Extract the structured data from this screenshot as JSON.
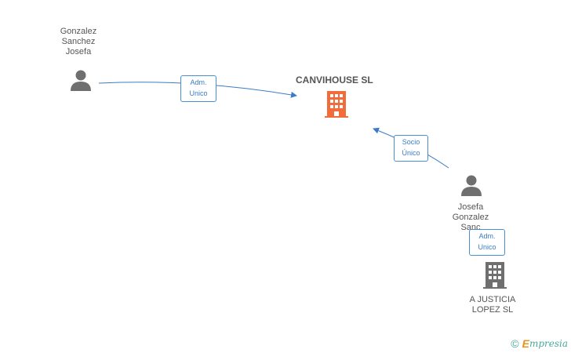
{
  "nodes": {
    "person_1": {
      "name": "Gonzalez\nSanchez\nJosefa"
    },
    "center_company": {
      "name": "CANVIHOUSE SL"
    },
    "person_2": {
      "name": "Josefa\nGonzalez\nSanc"
    },
    "company_2": {
      "name": "A JUSTICIA\nLOPEZ  SL"
    }
  },
  "edges": {
    "edge_1": {
      "label": "Adm.\nUnico"
    },
    "edge_2": {
      "label": "Socio\nÚnico"
    },
    "edge_3": {
      "label": "Adm.\nUnico"
    }
  },
  "colors": {
    "center_company": "#f26b3a",
    "company": "#6f6f6f",
    "person": "#6f6f6f",
    "link": "#3a7cc6"
  },
  "footer": {
    "copyright": "©",
    "brand_initial": "E",
    "brand_rest": "mpresia"
  }
}
